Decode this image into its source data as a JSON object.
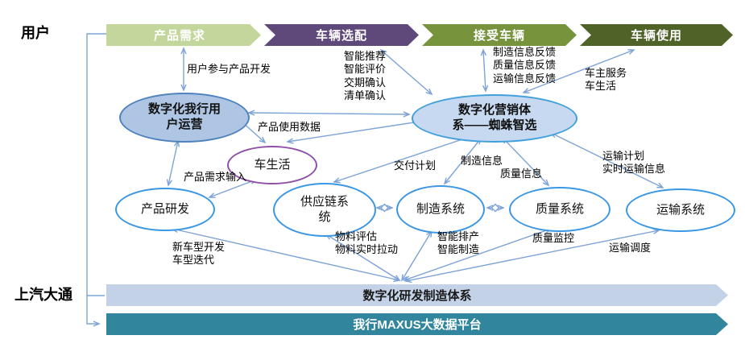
{
  "actors": {
    "user": "用户",
    "company": "上汽大通"
  },
  "journey": {
    "stages": [
      {
        "label": "产品需求",
        "color": "#c3d69b"
      },
      {
        "label": "车辆选配",
        "color": "#5f497a"
      },
      {
        "label": "接受车辆",
        "color": "#77933c"
      },
      {
        "label": "车辆使用",
        "color": "#4f6228"
      }
    ]
  },
  "nodes": {
    "user_ops": {
      "label": "数字化我行用\n户运营",
      "fill": "#aec6e4",
      "border": "#4f81bd"
    },
    "marketing": {
      "label": "数字化营销体\n系——蜘蛛智选",
      "fill": "#c6d9f0",
      "border": "#41a0dc"
    },
    "car_life": {
      "label": "车生活",
      "fill": "#ffffff",
      "border": "#9050a8"
    },
    "product_rd": {
      "label": "产品研发",
      "fill": "#ffffff",
      "border": "#3b97e3"
    },
    "supply_chain": {
      "label": "供应链系\n统",
      "fill": "#ffffff",
      "border": "#3b97e3"
    },
    "manufacturing": {
      "label": "制造系统",
      "fill": "#ffffff",
      "border": "#3b97e3"
    },
    "quality": {
      "label": "质量系统",
      "fill": "#ffffff",
      "border": "#3b97e3"
    },
    "transport": {
      "label": "运输系统",
      "fill": "#ffffff",
      "border": "#3b97e3"
    }
  },
  "platform_bars": [
    {
      "label": "数字化研发制造体系",
      "color": "#c4d2e8",
      "text_color": "#1a1a1a"
    },
    {
      "label": "我行MAXUS大数据平台",
      "color": "#31859c",
      "text_color": "#ffffff"
    }
  ],
  "edge_labels": {
    "user_codev": "用户参与产品开发",
    "config": "智能推荐\n智能评价\n交期确认\n清单确认",
    "feedback": "制造信息反馈\n质量信息反馈\n运输信息反馈",
    "owner": "车主服务\n车生活",
    "usage_data": "产品使用数据",
    "transport_plan": "运输计划\n实时运输信息",
    "delivery_plan": "交付计划",
    "mfg_info": "制造信息",
    "quality_info": "质量信息",
    "demand_input": "产品需求输入",
    "new_model": "新车型开发\n车型迭代",
    "material": "物料评估\n物料实时拉动",
    "smart_mfg": "智能排产\n智能制造",
    "quality_monitor": "质量监控",
    "dispatch": "运输调度"
  },
  "accent_colors": {
    "connector": "#7da3d6"
  }
}
